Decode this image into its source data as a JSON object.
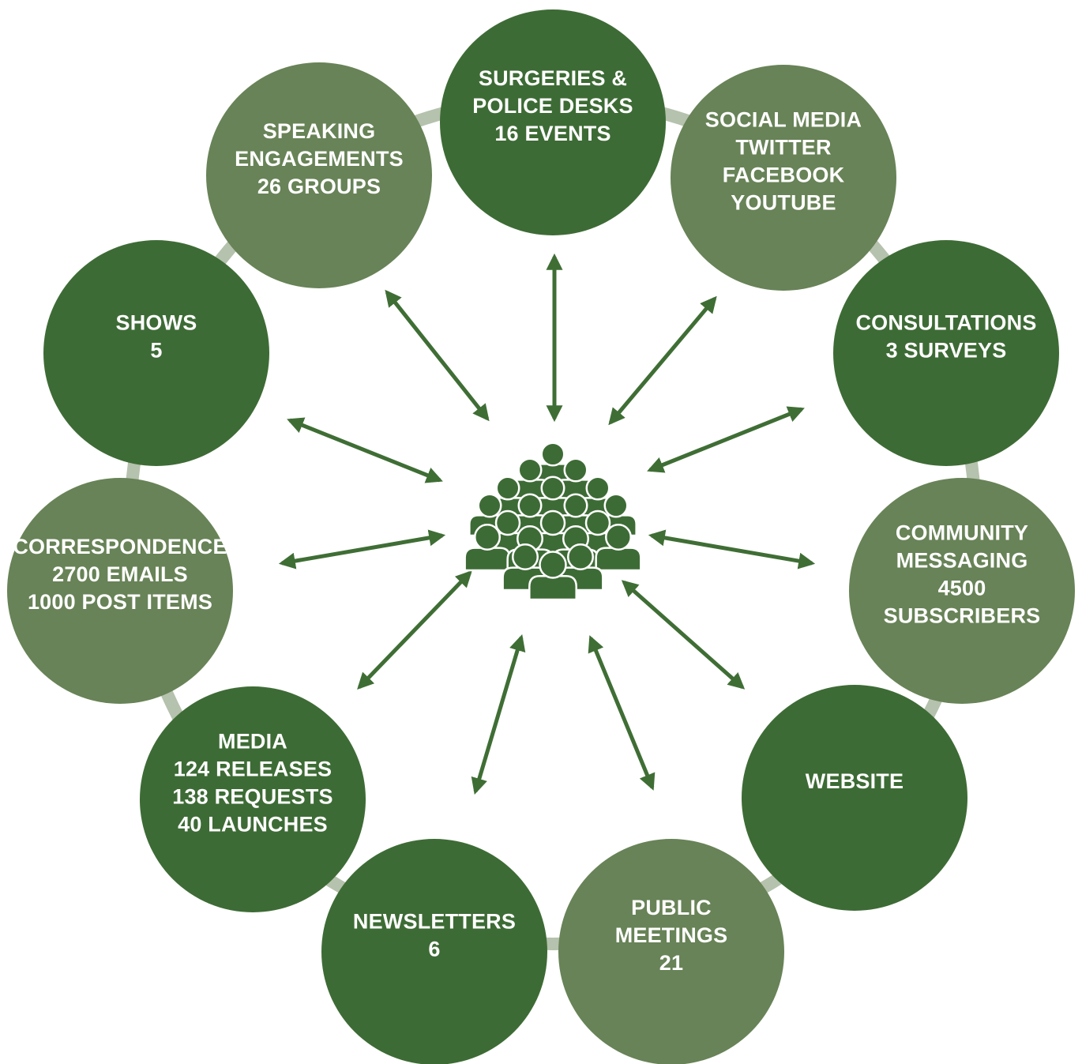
{
  "colors": {
    "dark_green": "#3d6b35",
    "light_green": "#688357",
    "ring": "#b5c2ad",
    "arrow": "#3f6e35"
  },
  "hub": {
    "icon": "crowd-icon"
  },
  "nodes": [
    {
      "id": "surgeries",
      "shade": "dark",
      "lines": [
        "SURGERIES &",
        "POLICE DESKS",
        "16 EVENTS"
      ]
    },
    {
      "id": "social-media",
      "shade": "light",
      "lines": [
        "SOCIAL MEDIA",
        "TWITTER",
        "FACEBOOK",
        "YOUTUBE"
      ]
    },
    {
      "id": "consultations",
      "shade": "dark",
      "lines": [
        "CONSULTATIONS",
        "3 SURVEYS"
      ]
    },
    {
      "id": "community-messaging",
      "shade": "light",
      "lines": [
        "COMMUNITY",
        "MESSAGING",
        "4500",
        "SUBSCRIBERS"
      ]
    },
    {
      "id": "website",
      "shade": "dark",
      "lines": [
        "WEBSITE"
      ]
    },
    {
      "id": "public-meetings",
      "shade": "light",
      "lines": [
        "PUBLIC",
        "MEETINGS",
        "21"
      ]
    },
    {
      "id": "newsletters",
      "shade": "dark",
      "lines": [
        "NEWSLETTERS",
        "6"
      ]
    },
    {
      "id": "media",
      "shade": "dark",
      "lines": [
        "MEDIA",
        "124 RELEASES",
        "138 REQUESTS",
        "40 LAUNCHES"
      ]
    },
    {
      "id": "correspondence",
      "shade": "light",
      "lines": [
        "CORRESPONDENCE",
        "2700 EMAILS",
        "1000 POST ITEMS"
      ]
    },
    {
      "id": "shows",
      "shade": "dark",
      "lines": [
        "SHOWS",
        "5"
      ]
    },
    {
      "id": "speaking-engagements",
      "shade": "light",
      "lines": [
        "SPEAKING",
        "ENGAGEMENTS",
        "26 GROUPS"
      ]
    }
  ]
}
